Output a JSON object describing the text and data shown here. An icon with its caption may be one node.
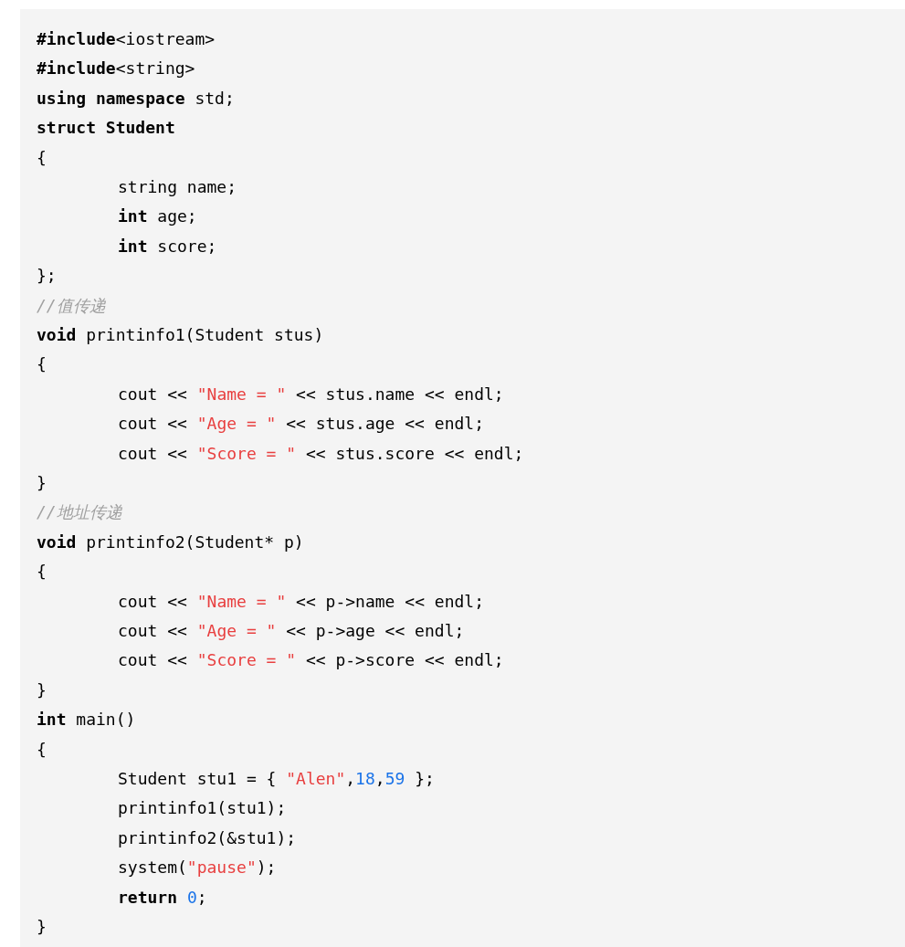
{
  "diagram": {
    "labels": [
      "**#include**<iostream>",
      "**#include**<string>",
      "**using namespace** std;",
      "**struct Student**",
      "{",
      "string name;",
      "**int** age;",
      "**int** score;",
      "};",
      "//值传递",
      "**void** printinfo1(Student stus)",
      "{",
      "cout << \"Name = \" << stus.name << endl;",
      "cout << \"Age = \" << stus.age << endl;",
      "cout << \"Score = \" << stus.score << endl;",
      "}",
      "//地址传递",
      "**void** printinfo2(Student* p)",
      "{",
      "cout << \"Name = \" << p->name << endl;",
      "cout << \"Age = \" << p->age << endl;",
      "cout << \"Score = \" << p->score << endl;",
      "}",
      "**int** main()",
      "{",
      "Student stu1 = { \"Alen\",18,59 };",
      "printinfo1(stu1);",
      "printinfo2(&stu1);",
      "system(\"pause\");",
      "**return** 0;",
      "}"
    ]
  }
}
